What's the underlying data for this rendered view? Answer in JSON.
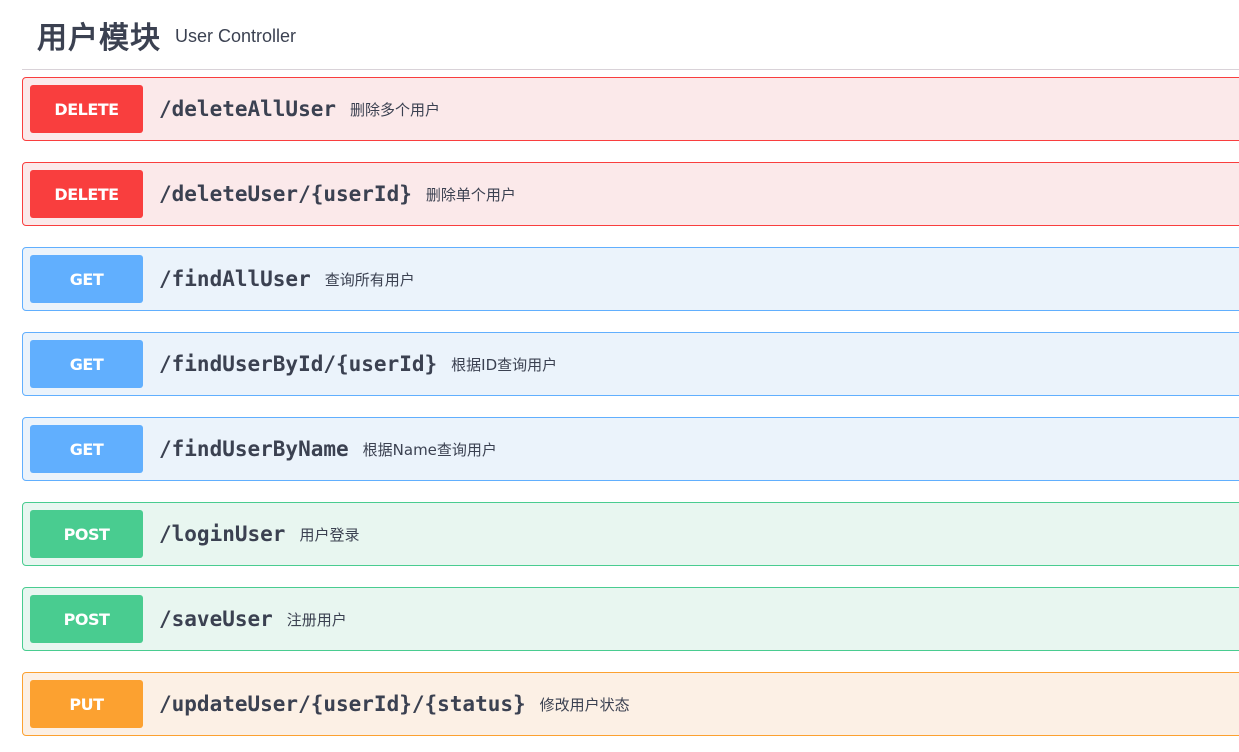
{
  "tag": {
    "name": "用户模块",
    "description": "User Controller"
  },
  "operations": [
    {
      "method": "DELETE",
      "path": "/deleteAllUser",
      "summary": "删除多个用户",
      "color": "#f93e3e"
    },
    {
      "method": "DELETE",
      "path": "/deleteUser/{userId}",
      "summary": "删除单个用户",
      "color": "#f93e3e"
    },
    {
      "method": "GET",
      "path": "/findAllUser",
      "summary": "查询所有用户",
      "color": "#61affe"
    },
    {
      "method": "GET",
      "path": "/findUserById/{userId}",
      "summary": "根据ID查询用户",
      "color": "#61affe"
    },
    {
      "method": "GET",
      "path": "/findUserByName",
      "summary": "根据Name查询用户",
      "color": "#61affe"
    },
    {
      "method": "POST",
      "path": "/loginUser",
      "summary": "用户登录",
      "color": "#49cc90"
    },
    {
      "method": "POST",
      "path": "/saveUser",
      "summary": "注册用户",
      "color": "#49cc90"
    },
    {
      "method": "PUT",
      "path": "/updateUser/{userId}/{status}",
      "summary": "修改用户状态",
      "color": "#fca130"
    }
  ]
}
